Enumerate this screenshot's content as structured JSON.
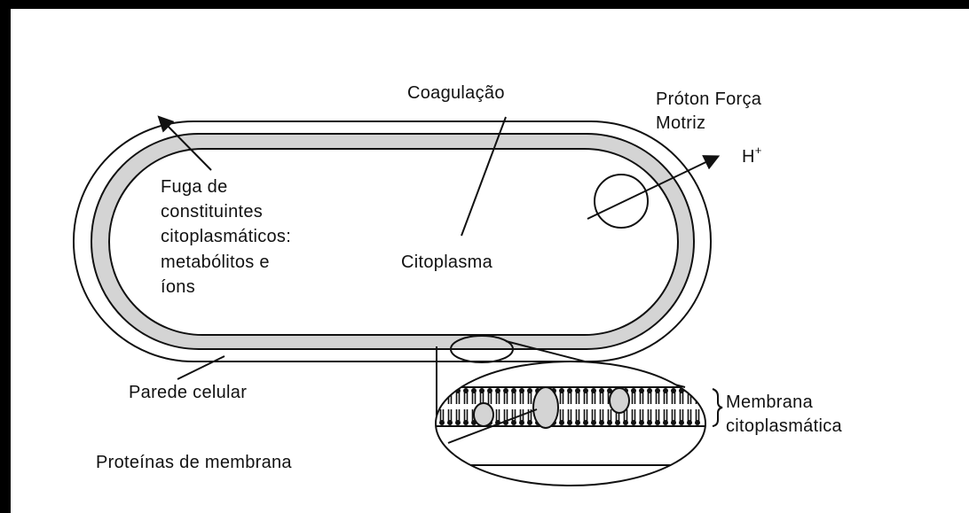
{
  "labels": {
    "coagulacao": "Coagulação",
    "proton_line1": "Próton Força",
    "proton_line2": "Motriz",
    "h_base": "H",
    "h_sup": "+",
    "fuga_line1": "Fuga de",
    "fuga_line2": "constituintes",
    "fuga_line3": "citoplasmáticos:",
    "fuga_line4": "metabólitos e",
    "fuga_line5": "íons",
    "citoplasma": "Citoplasma",
    "parede_celular": "Parede celular",
    "membrana_line1": "Membrana",
    "membrana_line2": "citoplasmática",
    "proteinas": "Proteínas de membrana"
  },
  "colors": {
    "background_frame": "#000000",
    "canvas": "#ffffff",
    "stroke": "#111111",
    "membrane_fill": "#d4d4d4"
  }
}
